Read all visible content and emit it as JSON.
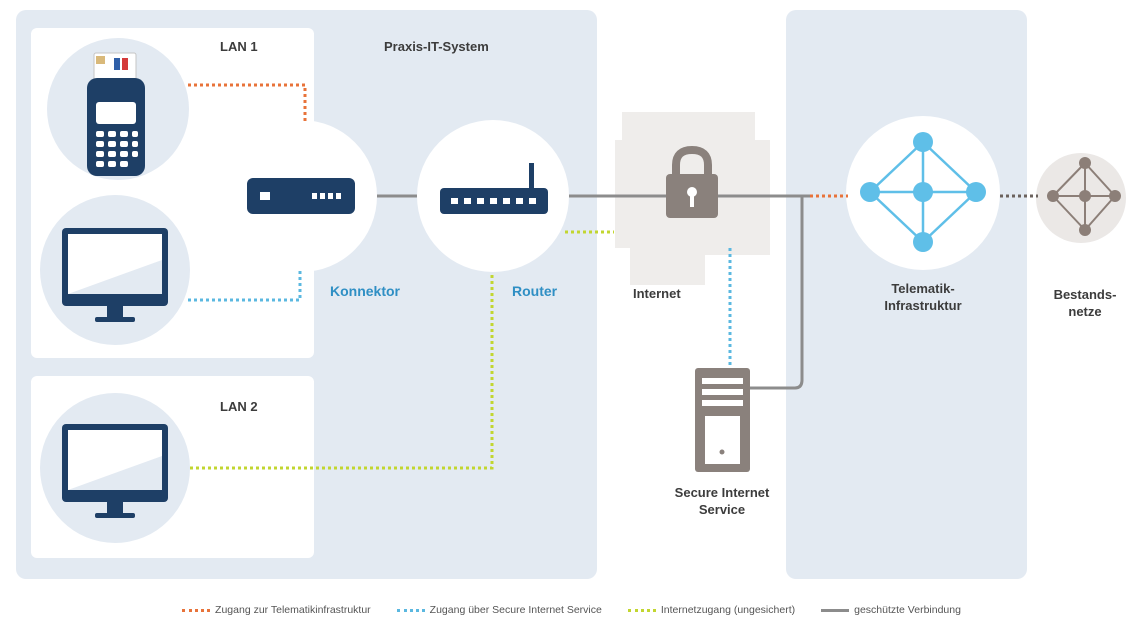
{
  "labels": {
    "praxis": "Praxis-IT-System",
    "lan1": "LAN 1",
    "lan2": "LAN 2",
    "konnektor": "Konnektor",
    "router": "Router",
    "internet": "Internet",
    "sis_line1": "Secure Internet",
    "sis_line2": "Service",
    "ti_line1": "Telematik-",
    "ti_line2": "Infrastruktur",
    "bestand_line1": "Bestands-",
    "bestand_line2": "netze"
  },
  "legend": [
    {
      "label": "Zugang zur Telematikinfrastruktur",
      "color": "#e8733a",
      "style": "dotted"
    },
    {
      "label": "Zugang über Secure Internet Service",
      "color": "#5bb8e0",
      "style": "dotted"
    },
    {
      "label": "Internetzugang (ungesichert)",
      "color": "#c2d630",
      "style": "dotted"
    },
    {
      "label": "geschützte Verbindung",
      "color": "#8c8c8c",
      "style": "solid"
    }
  ],
  "colors": {
    "panel": "#e3eaf2",
    "device_dark": "#1e3f66",
    "accent_blue": "#2f8fc4",
    "node_blue": "#5fbfe8",
    "node_grey": "#8c7f78"
  }
}
